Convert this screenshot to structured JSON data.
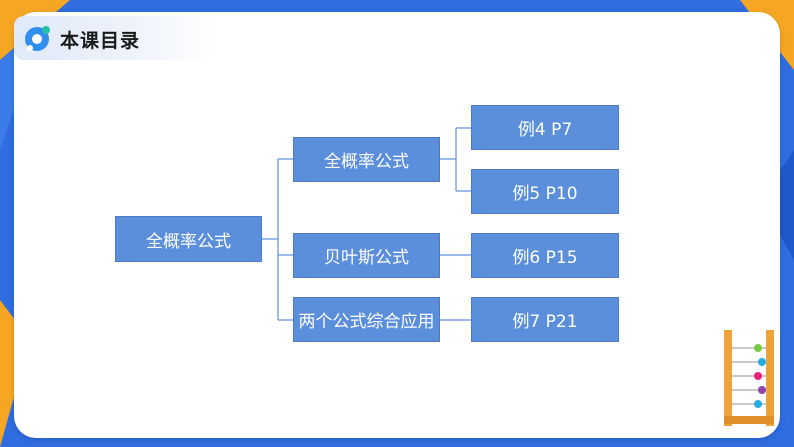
{
  "header": {
    "title": "本课目录",
    "logo_icon": "tech-logo-icon"
  },
  "tree": {
    "root": "全概率公式",
    "branches": [
      {
        "label": "全概率公式",
        "examples": [
          "例4  P7",
          "例5  P10"
        ]
      },
      {
        "label": "贝叶斯公式",
        "examples": [
          "例6  P15"
        ]
      },
      {
        "label": "两个公式综合应用",
        "examples": [
          "例7  P21"
        ]
      }
    ]
  },
  "decor": {
    "corner_icon": "abacus-icon"
  },
  "colors": {
    "background": "#2f6de0",
    "box_fill": "#5b8fdc",
    "accent_orange": "#f5a623"
  }
}
